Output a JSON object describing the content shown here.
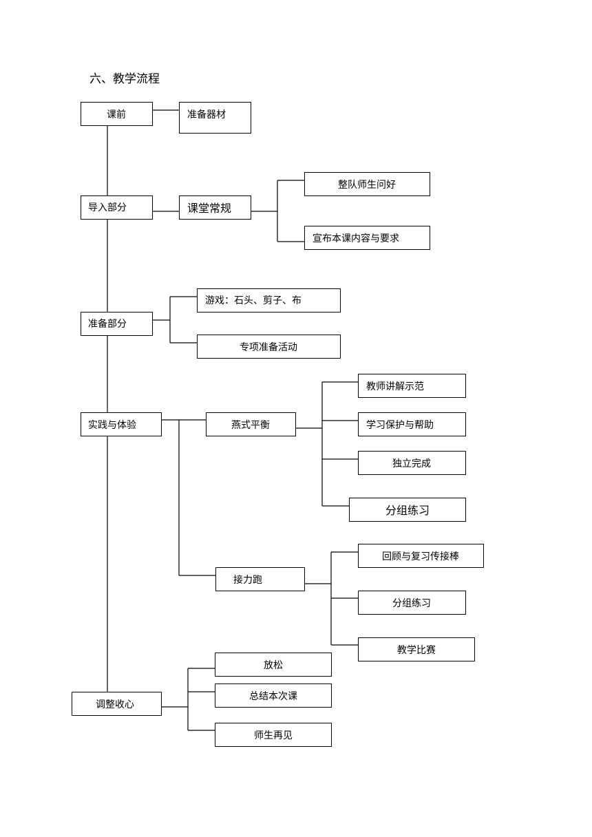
{
  "heading": "六、教学流程",
  "nodes": {
    "pre_class": "课前",
    "prepare_equipment": "准备器材",
    "intro": "导入部分",
    "class_routine": "课堂常规",
    "line_up_greet": "整队师生问好",
    "announce_content": "宣布本课内容与要求",
    "warmup": "准备部分",
    "game_rps": "游戏：石头、剪子、布",
    "special_warmup": "专项准备活动",
    "practice": "实践与体验",
    "swallow_balance": "燕式平衡",
    "teacher_demo": "教师讲解示范",
    "learn_protect": "学习保护与帮助",
    "independent": "独立完成",
    "group_practice_1": "分组练习",
    "relay": "接力跑",
    "review_baton": "回顾与复习传接棒",
    "group_practice_2": "分组练习",
    "teaching_match": "教学比赛",
    "cooldown": "调整收心",
    "relax": "放松",
    "summary": "总结本次课",
    "goodbye": "师生再见"
  }
}
